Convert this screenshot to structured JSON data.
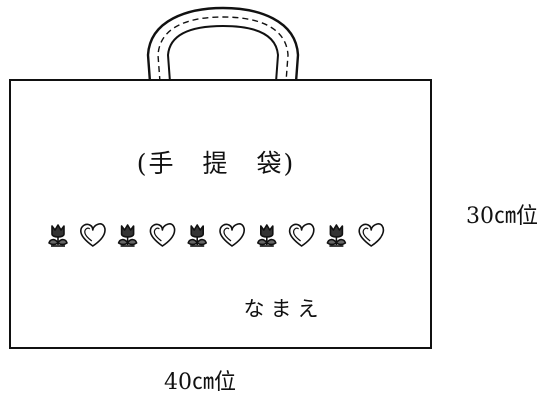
{
  "diagram": {
    "title": "(手　提　袋)",
    "name_label": "なまえ",
    "height_label": "30㎝位",
    "width_label": "40㎝位",
    "motifs": [
      "tulip-icon",
      "heart-icon",
      "tulip-icon",
      "heart-icon",
      "tulip-icon",
      "heart-icon",
      "tulip-icon",
      "heart-icon",
      "tulip-icon",
      "heart-icon"
    ]
  }
}
